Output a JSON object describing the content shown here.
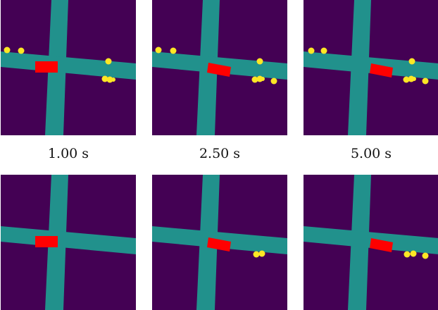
{
  "colors": {
    "background_area": "#440154",
    "road": "#21918c",
    "vehicle": "#ff0000",
    "agent": "#fde725"
  },
  "time_labels": [
    "1.00 s",
    "2.50 s",
    "5.00 s"
  ],
  "rows": [
    {
      "row_id": "top",
      "panels": [
        {
          "time_label_index": 0,
          "vehicle_pose": "aligned",
          "agent_count": 6
        },
        {
          "time_label_index": 1,
          "vehicle_pose": "tilted",
          "agent_count": 7
        },
        {
          "time_label_index": 2,
          "vehicle_pose": "tilted",
          "agent_count": 7
        }
      ]
    },
    {
      "row_id": "bottom",
      "panels": [
        {
          "time_label_index": 0,
          "vehicle_pose": "aligned",
          "agent_count": 0
        },
        {
          "time_label_index": 1,
          "vehicle_pose": "tilted",
          "agent_count": 2
        },
        {
          "time_label_index": 2,
          "vehicle_pose": "tilted",
          "agent_count": 3
        }
      ]
    }
  ]
}
